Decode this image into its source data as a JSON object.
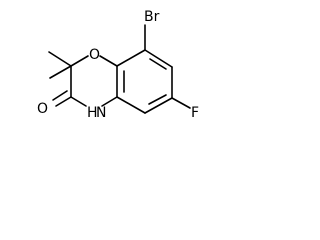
{
  "molecule": {
    "atom_labels": {
      "bromine": "Br",
      "oxygen_ring": "O",
      "fluorine": "F",
      "oxygen_carbonyl": "O",
      "nitrogen_hydrogen": "H",
      "nitrogen": "N"
    }
  }
}
